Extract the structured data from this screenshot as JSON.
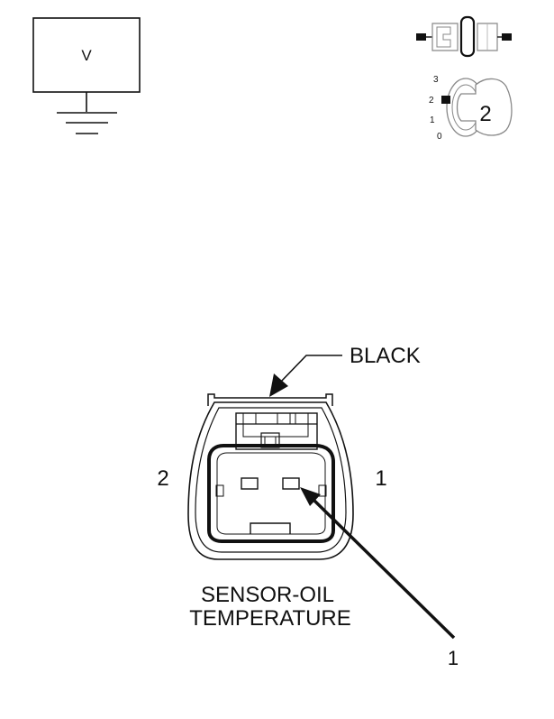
{
  "voltmeter": {
    "symbol": "V"
  },
  "ignition_switch": {
    "positions": [
      "3",
      "2",
      "1",
      "0"
    ],
    "selected_position": "2"
  },
  "connector": {
    "color_label": "BLACK",
    "pin_labels": {
      "left": "2",
      "right": "1"
    },
    "name_line1": "SENSOR-OIL",
    "name_line2": "TEMPERATURE",
    "probe_pin_label": "1"
  },
  "colors": {
    "line": "#111111",
    "background": "#ffffff"
  }
}
